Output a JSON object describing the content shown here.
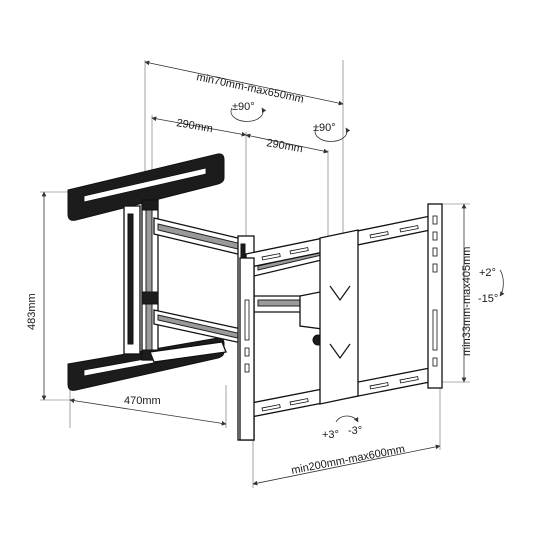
{
  "dimensions": {
    "depth_range": "min70mm-max650mm",
    "arm_left": "290mm",
    "arm_right": "290mm",
    "height": "483mm",
    "wall_width": "470mm",
    "horizontal_range": "min200mm-max600mm",
    "vertical_range": "min33mm-max405mm"
  },
  "rotations": {
    "swivel_left": "±90°",
    "swivel_right": "±90°",
    "tilt_up": "+2°",
    "tilt_down": "-15°",
    "level_plus": "+3°",
    "level_minus": "-3°"
  }
}
